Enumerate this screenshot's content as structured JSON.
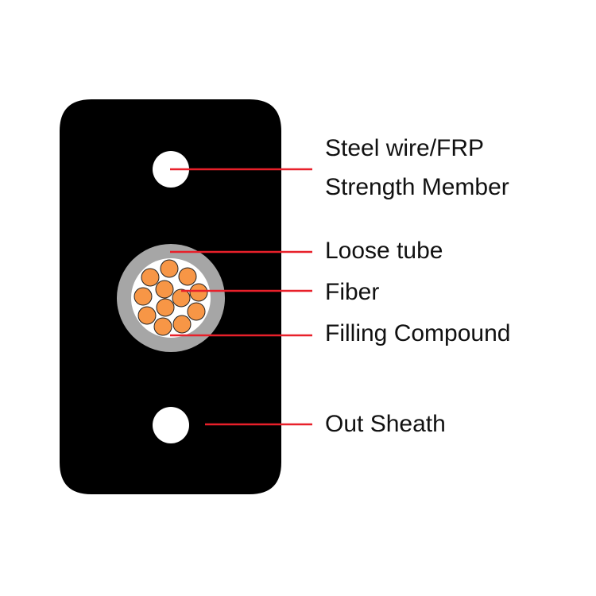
{
  "labels": {
    "steel_wire": "Steel wire/FRP",
    "strength_member": "Strength Member",
    "loose_tube": "Loose tube",
    "fiber": "Fiber",
    "filling_compound": "Filling Compound",
    "out_sheath": "Out Sheath"
  },
  "colors": {
    "sheath": "#000000",
    "loose_tube": "#a6a6a6",
    "filling": "#ffffff",
    "fiber": "#f79646",
    "leader_line": "#e8202a"
  },
  "fiber_count": 12
}
